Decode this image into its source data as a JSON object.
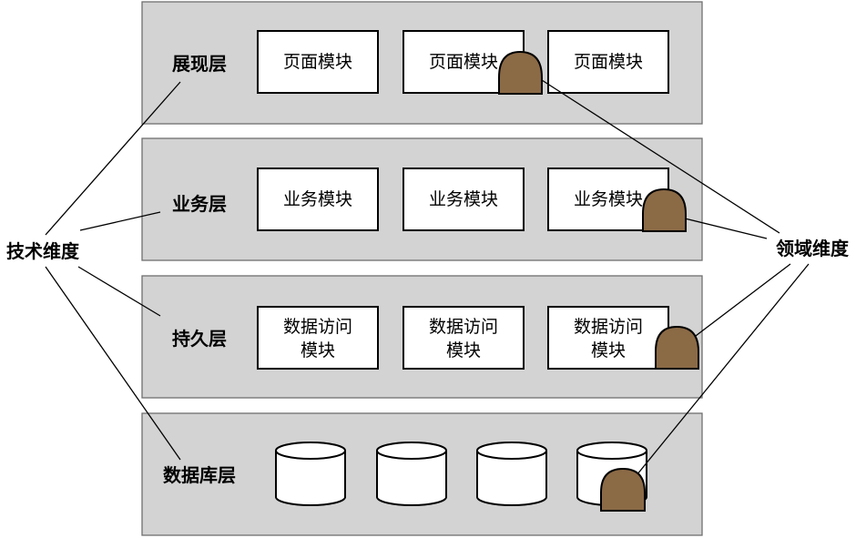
{
  "dimensions": {
    "technical": "技术维度",
    "domain": "领域维度"
  },
  "layers": [
    {
      "label": "展现层",
      "modules": [
        "页面模块",
        "页面模块",
        "页面模块"
      ]
    },
    {
      "label": "业务层",
      "modules": [
        "业务模块",
        "业务模块",
        "业务模块"
      ]
    },
    {
      "label": "持久层",
      "modules": [
        [
          "数据访问",
          "模块"
        ],
        [
          "数据访问",
          "模块"
        ],
        [
          "数据访问",
          "模块"
        ]
      ]
    },
    {
      "label": "数据库层",
      "databases": 4
    }
  ],
  "colors": {
    "band": "#d3d3d3",
    "domain_mound": "#8b6a46"
  }
}
